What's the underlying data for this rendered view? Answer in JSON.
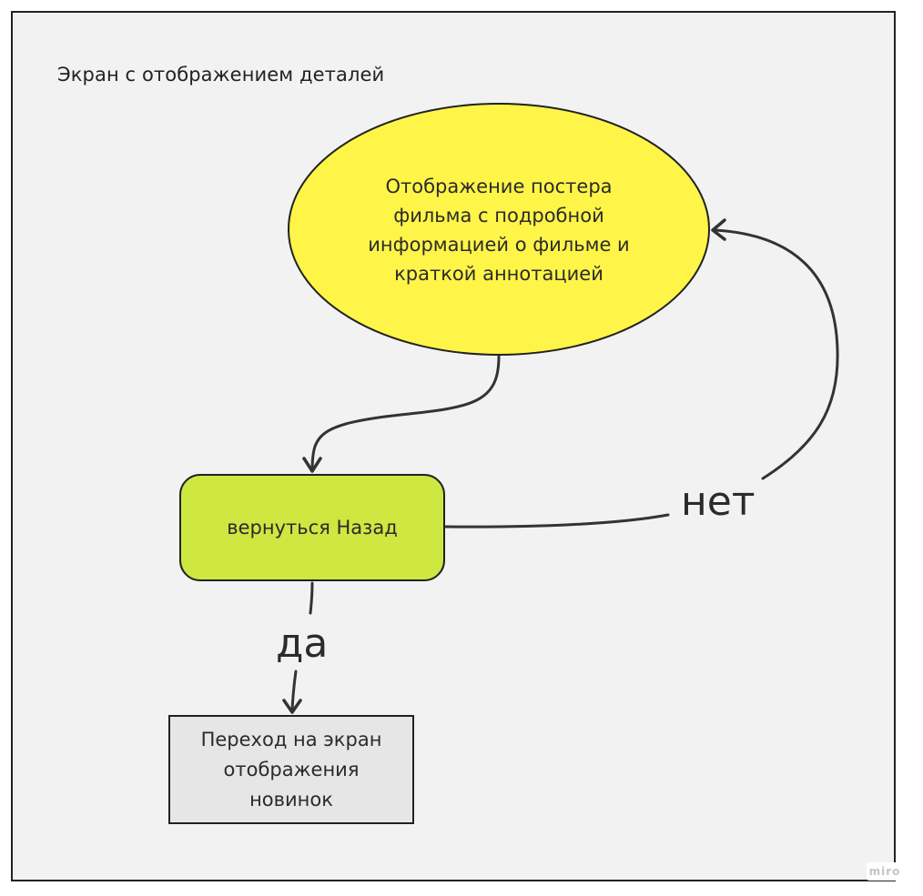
{
  "frame": {
    "title": "Экран с отображением деталей"
  },
  "nodes": {
    "details": {
      "label": "Отображение постера фильма с подробной информацией о фильме и краткой аннотацией",
      "shape": "ellipse",
      "fill": "#fff548"
    },
    "back": {
      "label": "вернуться Назад",
      "shape": "rounded-rectangle",
      "fill": "#cee741"
    },
    "new_releases": {
      "label": "Переход на экран отображения новинок",
      "shape": "rectangle",
      "fill": "#e6e6e6"
    }
  },
  "edges": {
    "to_back": {
      "from": "details",
      "to": "back"
    },
    "no": {
      "from": "back",
      "to": "details",
      "label": "нет"
    },
    "yes": {
      "from": "back",
      "to": "new_releases",
      "label": "да"
    }
  },
  "colors": {
    "frame_background": "#f2f2f2",
    "stroke": "#222222",
    "connector": "#333333"
  },
  "watermark": {
    "text": "miro"
  }
}
